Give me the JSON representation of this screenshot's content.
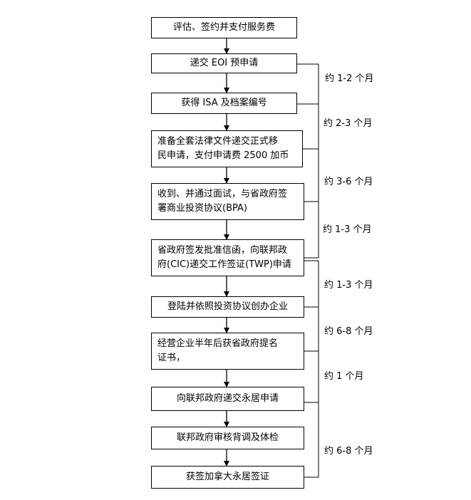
{
  "steps": [
    "评估、签约并支付服务费",
    "递交 EOI 预申请",
    "获得 ISA 及档案编号",
    "准备全套法律文件递交正式移\n民申请，支付申请费 2500 加币",
    "收到、并通过面试，与省政府签\n署商业投资协议(BPA)",
    "省政府签发批准信函，向联邦政\n府(CIC)递交工作签证(TWP)申请",
    "登陆并依照投资协议创办企业",
    "经营企业半年后获省政府提名\n证书，",
    "向联邦政府递交永居申请",
    "联邦政府审核背调及体检",
    "获签加拿大永居签证"
  ],
  "durations": [
    "约 1-2 个月",
    "约 2-3 个月",
    "约 3-6 个月",
    "约 1-3 个月",
    "约 1-3 个月",
    "约 6-8 个月",
    "约 1 个月",
    "约 6-8 个月"
  ]
}
